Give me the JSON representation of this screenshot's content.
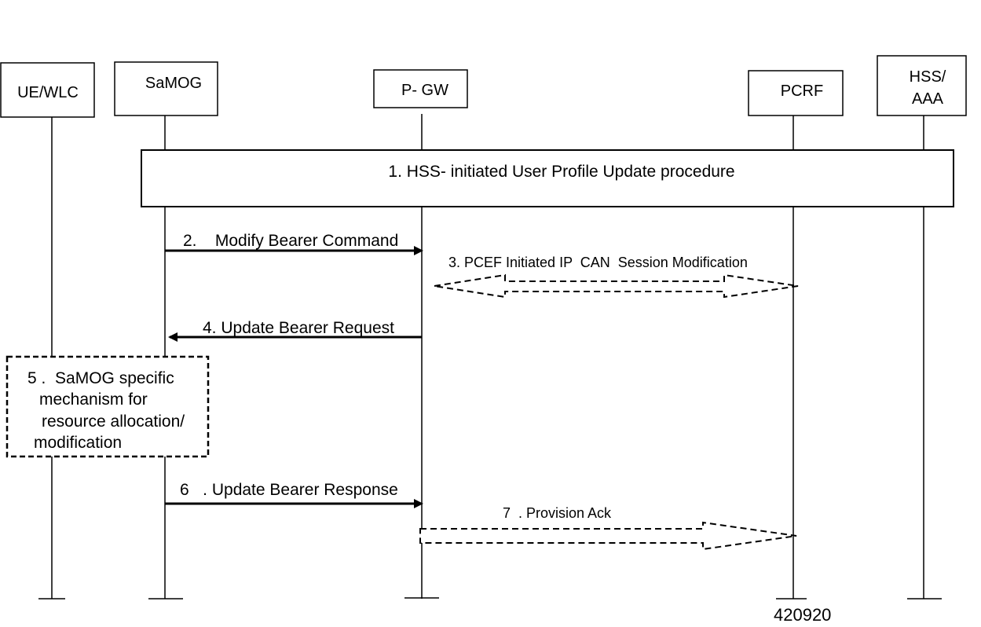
{
  "participants": {
    "ue": "UE/WLC",
    "samog": "SaMOG",
    "pgw": "P- GW",
    "pcrf": "PCRF",
    "hss_line1": "HSS/",
    "hss_line2": "AAA"
  },
  "procedure_box": "1. HSS- initiated User Profile Update procedure",
  "messages": {
    "m2": "2.    Modify Bearer Command",
    "m3": "3. PCEF Initiated IP  CAN  Session Modification",
    "m4": "4. Update Bearer Request",
    "m6": "6   . Update Bearer Response",
    "m7": "7  . Provision Ack"
  },
  "note_box": {
    "line1": "5 .  SaMOG specific",
    "line2": "mechanism for",
    "line3": "resource allocation/",
    "line4": "modification"
  },
  "figure_id": "420920"
}
